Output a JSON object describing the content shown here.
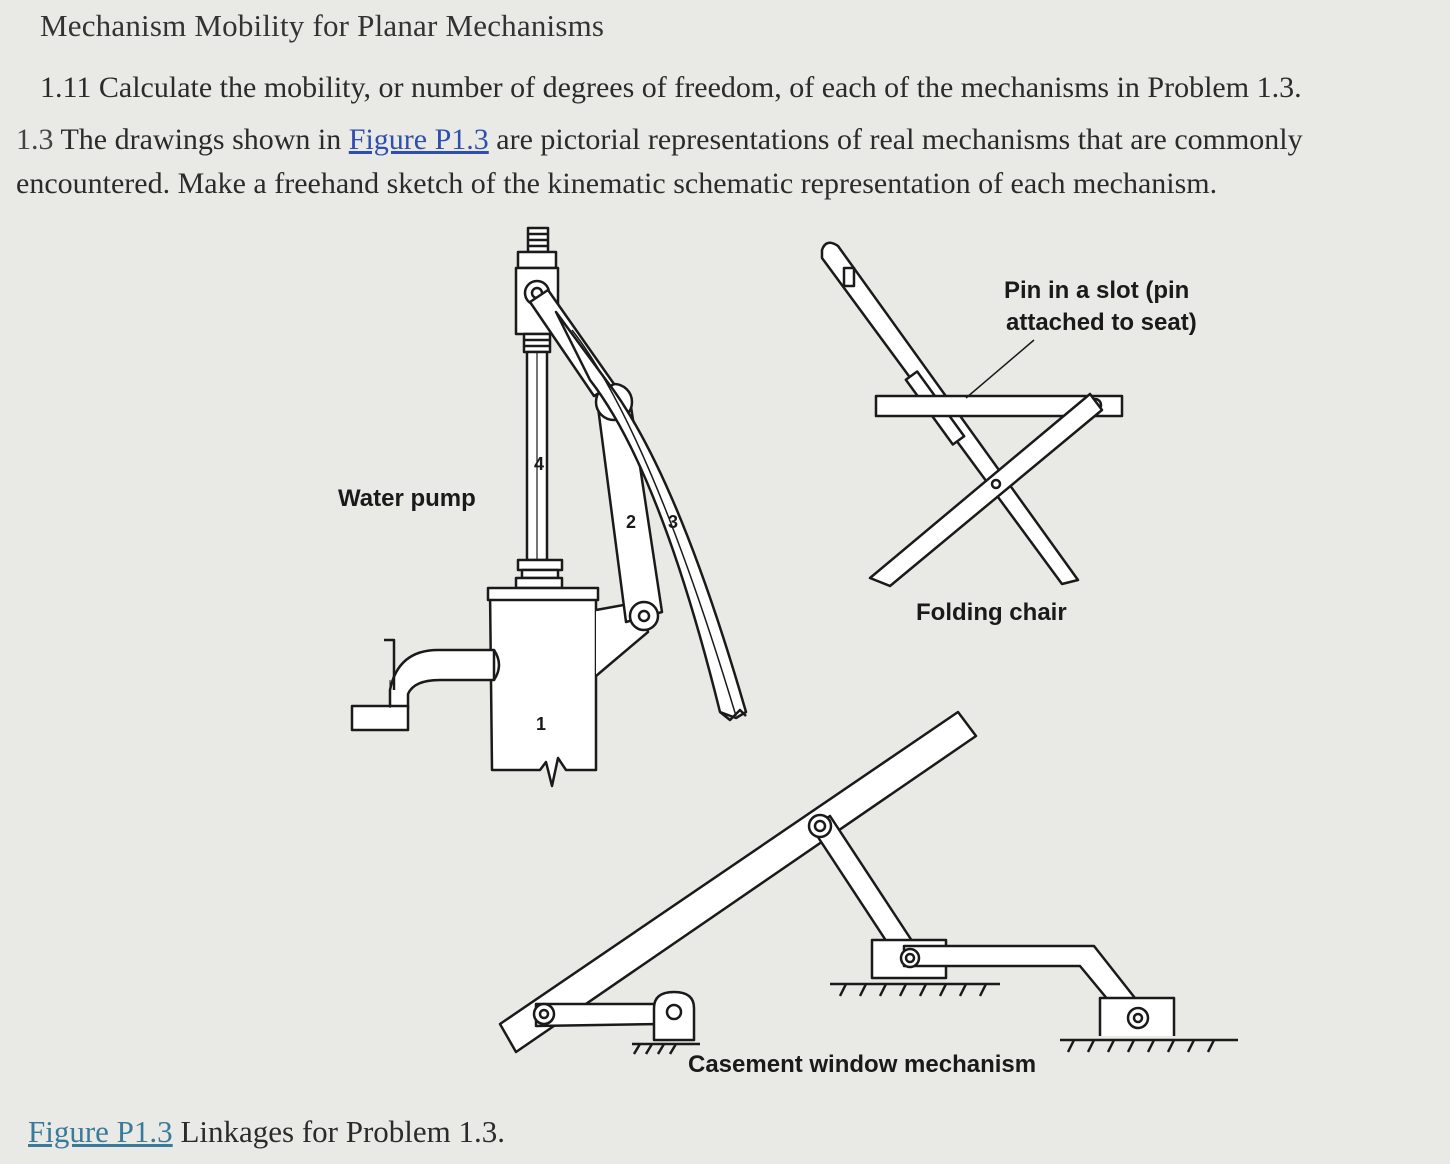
{
  "header": {
    "title": "Mechanism Mobility for Planar Mechanisms"
  },
  "problem_1_11": {
    "number": "1.11",
    "text": "Calculate the mobility, or number of degrees of freedom, of each of the mechanisms in Problem 1.3."
  },
  "problem_1_3": {
    "number": "1.3",
    "text_before": "The drawings shown in",
    "link": "Figure P1.3",
    "text_after": "are pictorial representations of real mechanisms that are commonly encountered. Make a freehand sketch of the kinematic schematic representation of each mechanism."
  },
  "figure": {
    "water_pump_label": "Water pump",
    "link_numbers": [
      "1",
      "2",
      "3",
      "4"
    ],
    "folding_chair_label": "Folding chair",
    "pin_slot_line1": "Pin in a slot (pin",
    "pin_slot_line2": "attached to seat)",
    "casement_label": "Casement window mechanism"
  },
  "caption": {
    "link": "Figure P1.3",
    "text": "Linkages for Problem 1.3."
  }
}
